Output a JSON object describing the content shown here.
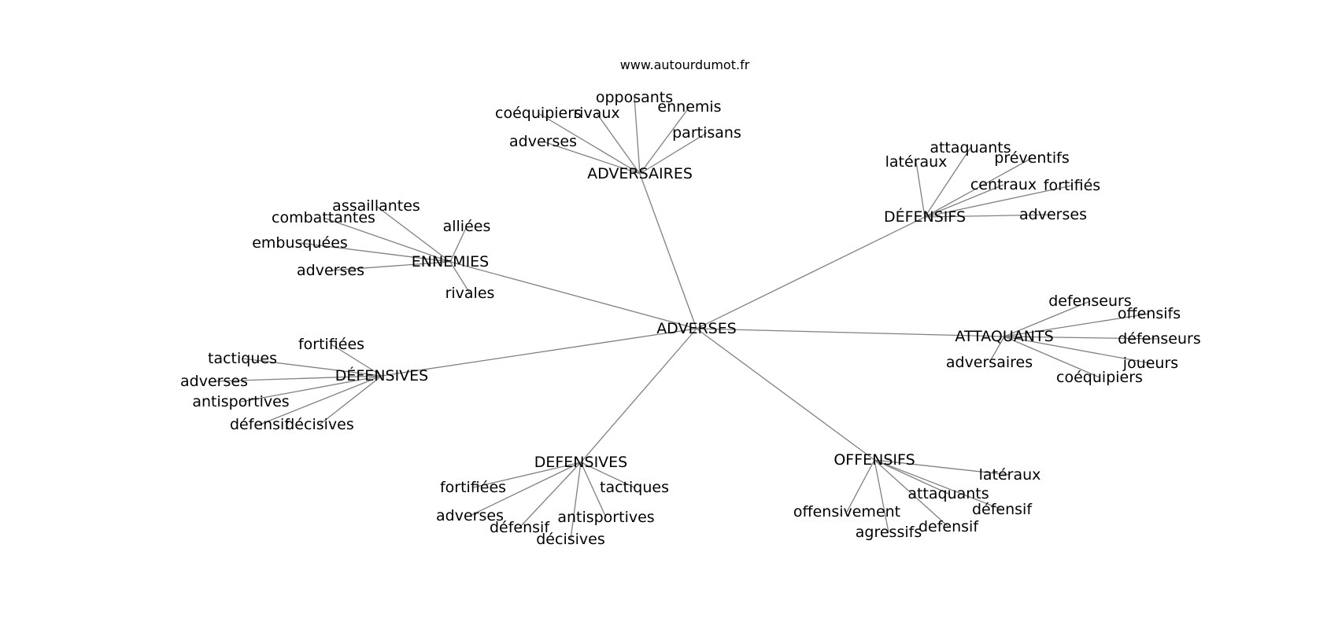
{
  "source": "www.autourdumot.fr",
  "center": "ADVERSES",
  "clusters": [
    {
      "label": "ADVERSAIRES",
      "leaves": [
        "coéquipiers",
        "rivaux",
        "opposants",
        "ennemis",
        "partisans",
        "adverses"
      ]
    },
    {
      "label": "DÉFENSIFS",
      "leaves": [
        "latéraux",
        "attaquants",
        "préventifs",
        "centraux",
        "fortifiés",
        "adverses"
      ]
    },
    {
      "label": "ENNEMIES",
      "leaves": [
        "assaillantes",
        "combattantes",
        "alliées",
        "embusquées",
        "adverses",
        "rivales"
      ]
    },
    {
      "label": "ATTAQUANTS",
      "leaves": [
        "defenseurs",
        "offensifs",
        "défenseurs",
        "joueurs",
        "adversaires",
        "coéquipiers"
      ]
    },
    {
      "label": "DÉFENSIVES",
      "leaves": [
        "fortifiées",
        "tactiques",
        "adverses",
        "antisportives",
        "défensif",
        "décisives"
      ]
    },
    {
      "label": "DEFENSIVES",
      "leaves": [
        "fortifiées",
        "tactiques",
        "adverses",
        "antisportives",
        "défensif",
        "décisives"
      ]
    },
    {
      "label": "OFFENSIFS",
      "leaves": [
        "latéraux",
        "attaquants",
        "défensif",
        "offensivement",
        "agressifs",
        "defensif"
      ]
    }
  ]
}
